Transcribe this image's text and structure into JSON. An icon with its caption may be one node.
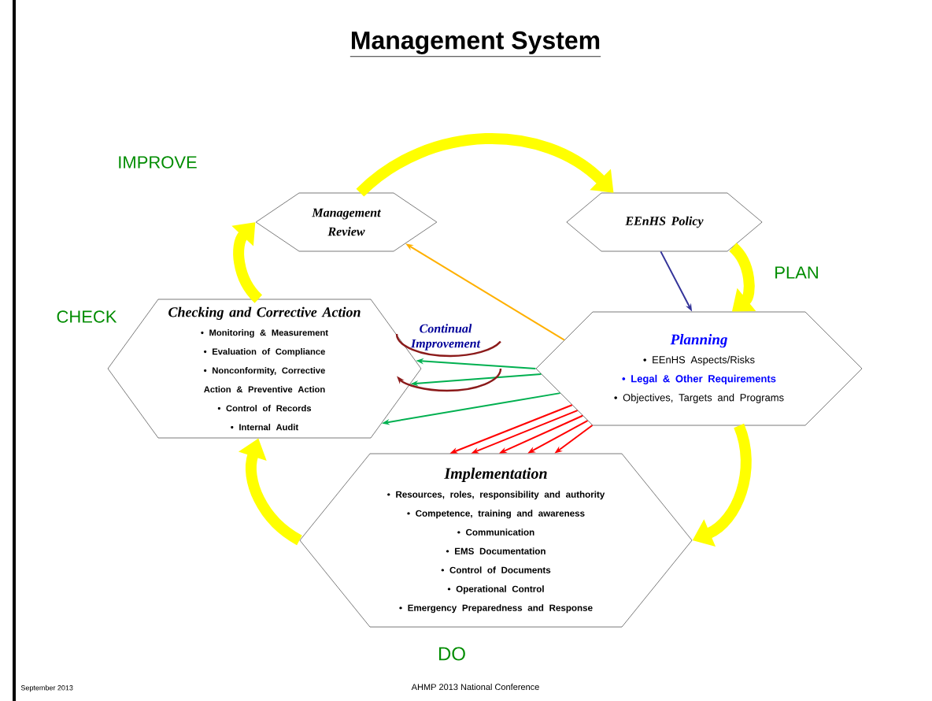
{
  "diagram": {
    "title": "Management System",
    "nodes": [
      {
        "text": [
          "Management Review"
        ]
      },
      {
        "text": [
          "EEnHS Policy"
        ]
      },
      {
        "text": [
          "Checking and Corrective Action",
          "• Monitoring & Measurement",
          "• Evaluation of Compliance",
          "• Nonconformity, Corrective Action & Preventive Action",
          "• Control of Records",
          "• Internal Audit"
        ]
      },
      {
        "text": [
          "Planning",
          "• EEnHS Aspects/Risks",
          "• Legal & Other Requirements",
          "• Objectives, Targets and Programs"
        ]
      },
      {
        "text": [
          "Implementation",
          "• Resources, roles, responsibility and authority",
          "• Competence, training and awareness",
          "• Communication",
          "• EMS Documentation",
          "• Control of Documents",
          "• Operational Control",
          "• Emergency Preparedness and Response"
        ]
      }
    ],
    "edges": [
      {
        "from": 0,
        "to": 1,
        "arrow": "to",
        "style": "thick",
        "color": "#ffff00"
      },
      {
        "from": 1,
        "to": 3,
        "arrow": "to",
        "style": "thick",
        "color": "#ffff00"
      },
      {
        "from": 3,
        "to": 4,
        "arrow": "to",
        "style": "thick",
        "color": "#ffff00"
      },
      {
        "from": 4,
        "to": 2,
        "arrow": "to",
        "style": "thick",
        "color": "#ffff00"
      },
      {
        "from": 2,
        "to": 0,
        "arrow": "to",
        "style": "thick",
        "color": "#ffff00"
      },
      {
        "from": 1,
        "to": 3,
        "arrow": "to",
        "color": "#333399"
      },
      {
        "from": 3,
        "to": 0,
        "arrow": "to",
        "color": "#ffb000"
      },
      {
        "from": 3,
        "to": 2,
        "arrow": "to",
        "color": "#00b050"
      },
      {
        "from": 3,
        "to": 2,
        "arrow": "to",
        "color": "#00b050"
      },
      {
        "from": 3,
        "to": 2,
        "arrow": "to",
        "color": "#00b050"
      },
      {
        "from": 3,
        "to": 4,
        "arrow": "to",
        "color": "#ff0000"
      },
      {
        "from": 3,
        "to": 4,
        "arrow": "to",
        "color": "#ff0000"
      },
      {
        "from": 3,
        "to": 4,
        "arrow": "to",
        "color": "#ff0000"
      },
      {
        "from": 3,
        "to": 4,
        "arrow": "to",
        "color": "#ff0000"
      },
      {
        "from": 3,
        "to": 4,
        "arrow": "to",
        "color": "#ff0000"
      }
    ],
    "labels": [
      "IMPROVE",
      "PLAN",
      "CHECK",
      "Continual Improvement",
      "DO",
      "September 2013",
      "AHMP 2013 National Conference"
    ]
  }
}
